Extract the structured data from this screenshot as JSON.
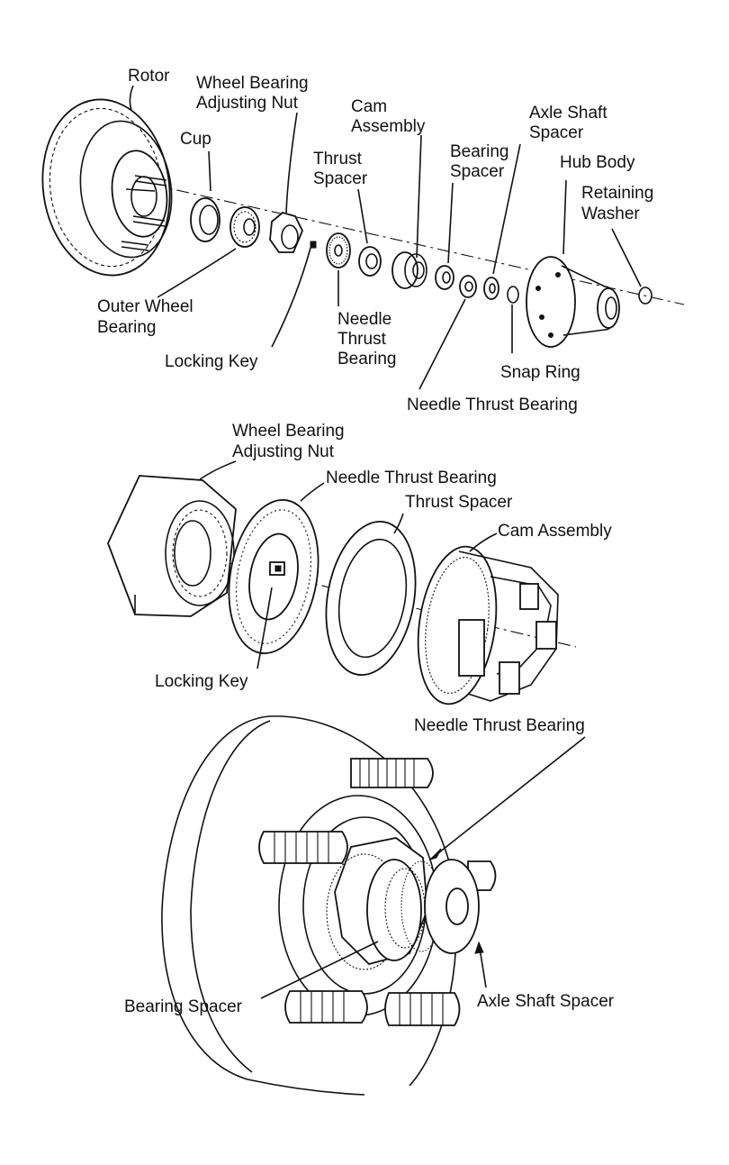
{
  "labels": {
    "top": {
      "rotor": "Rotor",
      "wheel_bearing_adjusting_nut_1": "Wheel Bearing",
      "wheel_bearing_adjusting_nut_2": "Adjusting Nut",
      "cup": "Cup",
      "cam_assembly_1": "Cam",
      "cam_assembly_2": "Assembly",
      "thrust_spacer_1": "Thrust",
      "thrust_spacer_2": "Spacer",
      "bearing_spacer_1": "Bearing",
      "bearing_spacer_2": "Spacer",
      "axle_shaft_spacer_1": "Axle Shaft",
      "axle_shaft_spacer_2": "Spacer",
      "hub_body": "Hub Body",
      "retaining_washer_1": "Retaining",
      "retaining_washer_2": "Washer",
      "outer_wheel_bearing_1": "Outer Wheel",
      "outer_wheel_bearing_2": "Bearing",
      "locking_key": "Locking Key",
      "needle_thrust_bearing_1": "Needle",
      "needle_thrust_bearing_2": "Thrust",
      "needle_thrust_bearing_3": "Bearing",
      "snap_ring": "Snap Ring",
      "needle_thrust_bearing_lower": "Needle Thrust Bearing"
    },
    "middle": {
      "wheel_bearing_adjusting_nut_1": "Wheel Bearing",
      "wheel_bearing_adjusting_nut_2": "Adjusting Nut",
      "needle_thrust_bearing": "Needle Thrust Bearing",
      "thrust_spacer": "Thrust Spacer",
      "cam_assembly": "Cam Assembly",
      "locking_key": "Locking Key"
    },
    "bottom": {
      "needle_thrust_bearing": "Needle Thrust Bearing",
      "bearing_spacer": "Bearing Spacer",
      "axle_shaft_spacer": "Axle Shaft Spacer"
    }
  }
}
